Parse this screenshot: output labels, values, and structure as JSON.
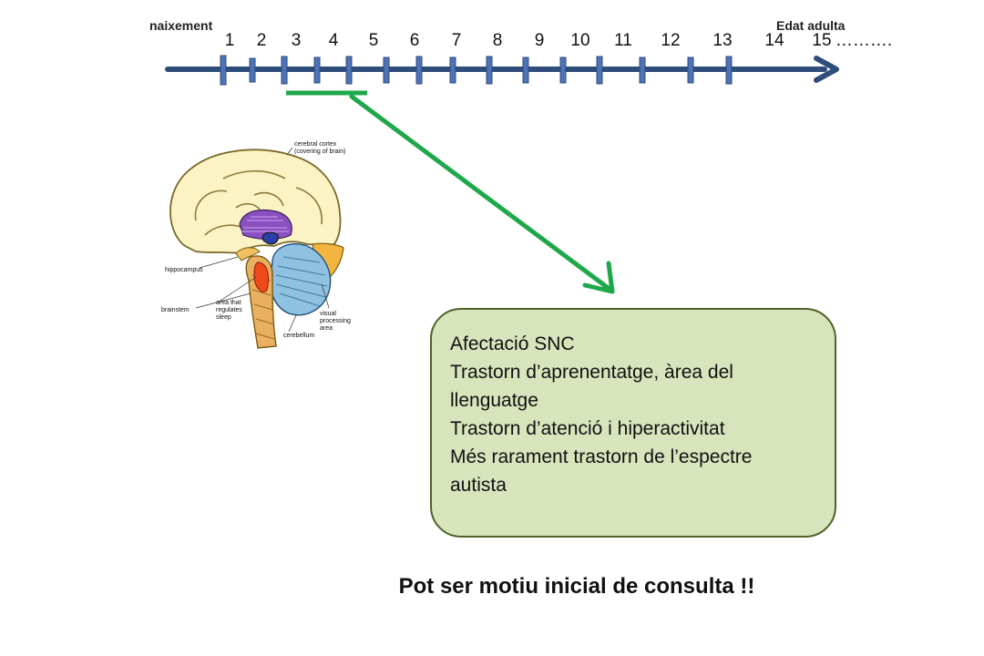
{
  "timeline": {
    "start_label": "naixement",
    "end_label": "Edat adulta",
    "ticks": [
      "1",
      "2",
      "3",
      "4",
      "5",
      "6",
      "7",
      "8",
      "9",
      "10",
      "11",
      "12",
      "13",
      "14"
    ],
    "last_tick": "15",
    "ellipsis": "……….",
    "axis_color": "#2e4d7b",
    "tick_color": "#4f72b8",
    "highlight_color": "#1fa84a"
  },
  "brain": {
    "labels": {
      "cortex_1": "cerebral cortex",
      "cortex_2": "(covering of brain)",
      "hippocampus": "hippocampus",
      "brainstem": "brainstem",
      "sleep_1": "area that",
      "sleep_2": "regulates",
      "sleep_3": "sleep",
      "visual_1": "visual",
      "visual_2": "processing",
      "visual_3": "area",
      "cerebellum": "cerebellum"
    }
  },
  "info_box": {
    "lines": [
      "Afectació SNC",
      "Trastorn d’aprenentatge, àrea del",
      "llenguatge",
      "Trastorn d’atenció i hiperactivitat",
      "Més rarament  trastorn de l’espectre",
      "autista"
    ],
    "fill": "#d7e4bc",
    "border": "#4f6228"
  },
  "footer": {
    "text": "Pot ser motiu inicial de consulta !!"
  }
}
